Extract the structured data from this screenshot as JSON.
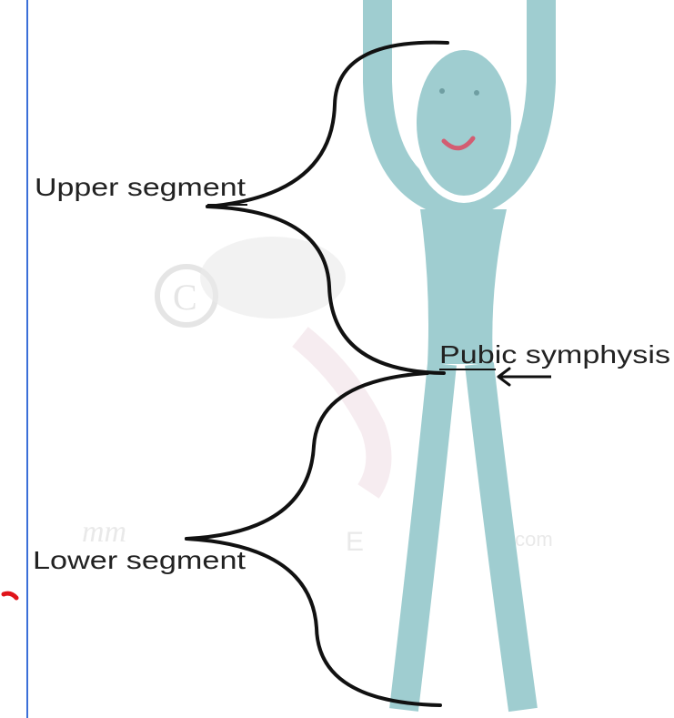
{
  "diagram": {
    "labels": {
      "upper": "Upper segment",
      "pubic": "Pubic symphysis",
      "lower": "Lower segment"
    },
    "colors": {
      "figure": "#9fcdd0",
      "figure_highlight": "#ffffff",
      "bracket": "#111111",
      "left_rule": "#3b6fd8",
      "margin_mark": "#e0141a",
      "watermark": "#c9c9c9"
    },
    "icons": {
      "figure": "stick-figure-icon",
      "arrow": "arrow-left-icon",
      "watermark": "copyright-icon"
    }
  }
}
